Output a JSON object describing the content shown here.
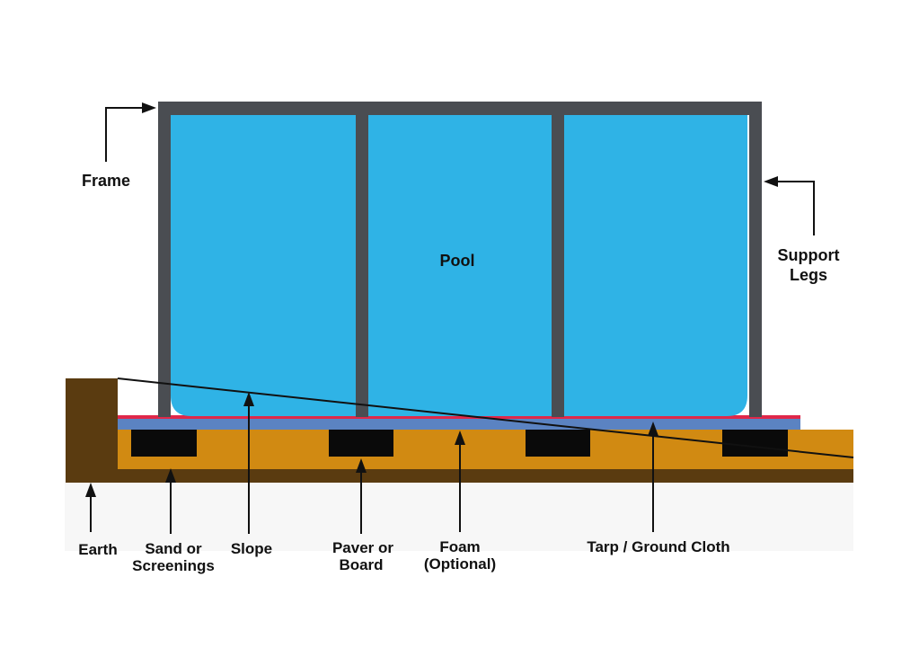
{
  "colors": {
    "background": "#ffffff",
    "ground_fade": "#f7f7f7",
    "frame": "#4a4d52",
    "pool_water": "#2fb3e6",
    "tarp": "#e0284a",
    "foam": "#5b83c2",
    "sand": "#d18a12",
    "earth": "#5a3b10",
    "paver": "#0a0a0a",
    "text": "#111111"
  },
  "labels": {
    "frame": "Frame",
    "pool": "Pool",
    "support_legs_line1": "Support",
    "support_legs_line2": "Legs",
    "earth": "Earth",
    "sand_line1": "Sand or",
    "sand_line2": "Screenings",
    "slope": "Slope",
    "paver_line1": "Paver or",
    "paver_line2": "Board",
    "foam_line1": "Foam",
    "foam_line2": "(Optional)",
    "tarp": "Tarp / Ground Cloth"
  }
}
